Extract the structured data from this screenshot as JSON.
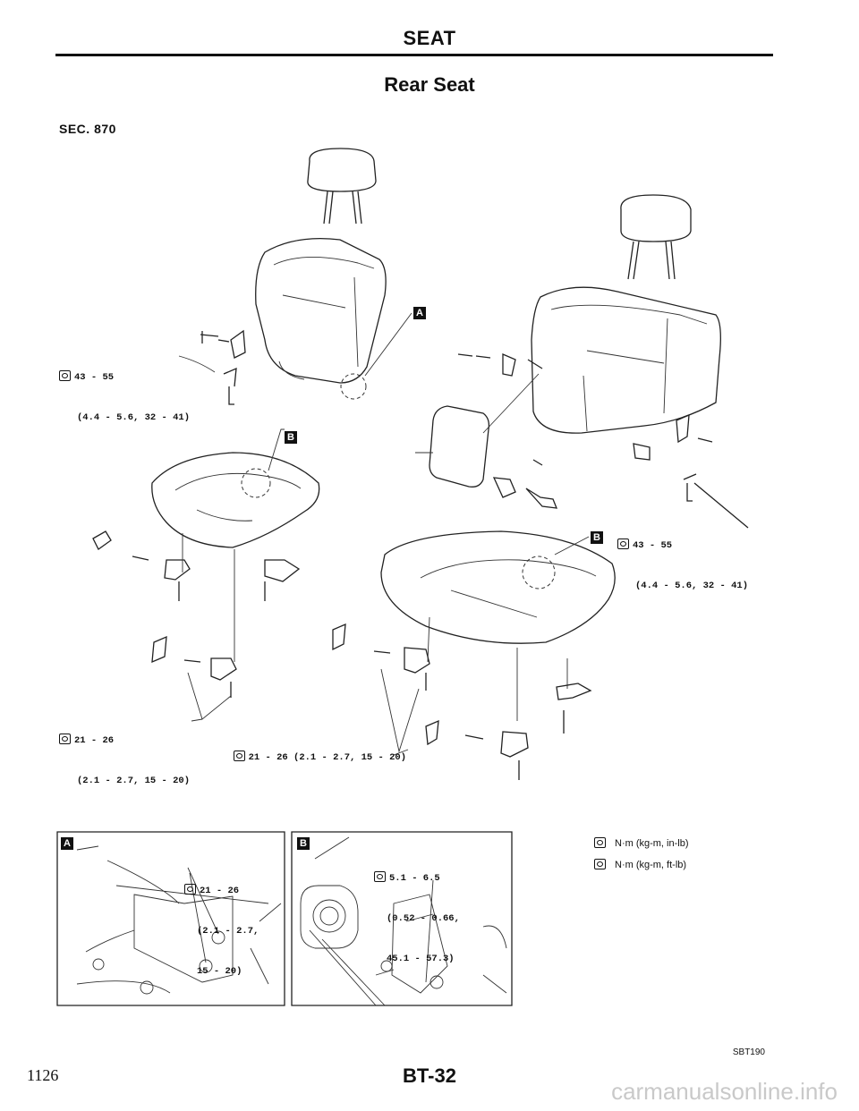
{
  "header": {
    "title": "SEAT",
    "subtitle": "Rear Seat"
  },
  "section": "SEC. 870",
  "callouts": {
    "a": "A",
    "b": "B"
  },
  "torque_specs": {
    "left_back_hinge": [
      "43 - 55",
      "(4.4 - 5.6, 32 - 41)"
    ],
    "right_back_hinge": [
      "43 - 55",
      "(4.4 - 5.6, 32 - 41)"
    ],
    "left_cushion_bracket": [
      "21 - 26",
      "(2.1 - 2.7, 15 - 20)"
    ],
    "right_cushion_bracket": "21 - 26 (2.1 - 2.7, 15 - 20)",
    "detail_a": [
      "21 - 26",
      "(2.1 - 2.7,",
      "15 - 20)"
    ],
    "detail_b": [
      "5.1 - 6.5",
      "(0.52 - 0.66,",
      "45.1 - 57.3)"
    ]
  },
  "legend": [
    {
      "icon": "torque-wrench-in-lb-icon",
      "text": "N·m (kg-m, in-lb)"
    },
    {
      "icon": "torque-wrench-ft-lb-icon",
      "text": "N·m (kg-m, ft-lb)"
    }
  ],
  "figure_code": "SBT190",
  "page_number": "BT-32",
  "folio": "1126",
  "watermark": "carmanualsonline.info"
}
